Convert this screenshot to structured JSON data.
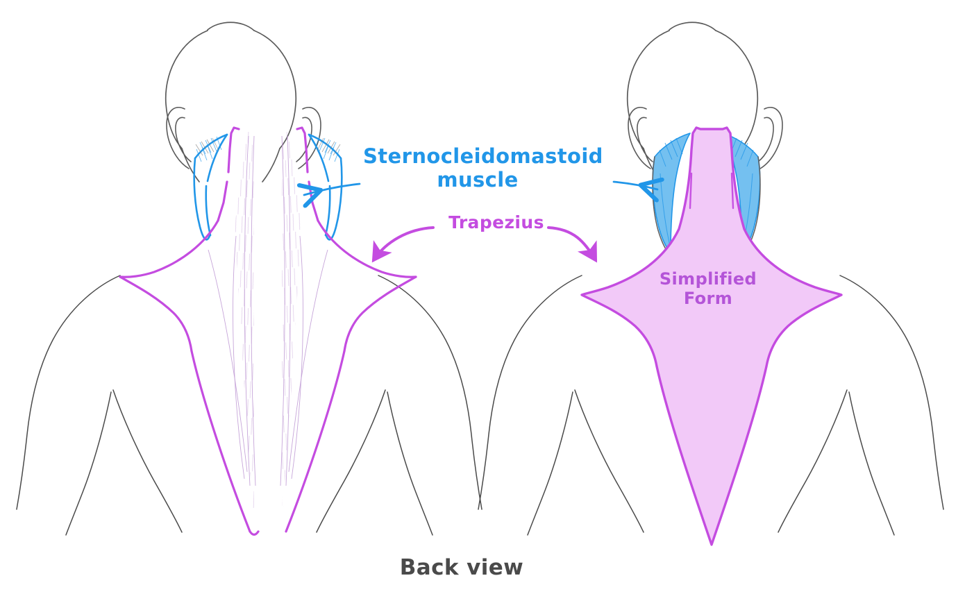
{
  "figure": {
    "caption": "Back view",
    "labels": {
      "scm": "Sternocleidomastoid\nmuscle",
      "trapezius": "Trapezius",
      "simplified_form": "Simplified\nForm"
    },
    "colors": {
      "scm_text": "#2196e8",
      "scm_fill": "#74c0f0",
      "scm_stroke": "#2196e8",
      "trapezius_text": "#c44ce0",
      "trapezius_stroke": "#c44ce0",
      "trapezius_fill": "#f2c9f8",
      "simplified_text": "#b454d8",
      "body_outline": "#4a4a4a",
      "caption_text": "#4a4a4a",
      "background": "#ffffff"
    },
    "panels": [
      {
        "name": "anatomical-detail",
        "position": "left",
        "description": "Back view of head, neck and shoulders with trapezius outlined in purple and sternocleidomastoid drawn in blue, with muscle fiber hatching"
      },
      {
        "name": "simplified-form",
        "position": "right",
        "description": "Same back view with trapezius filled as a kite shape and sternocleidomastoid filled as blue triangles"
      }
    ],
    "annotations": [
      {
        "name": "scm-arrow-left",
        "points_to": "left figure sternocleidomastoid",
        "color": "#2196e8"
      },
      {
        "name": "scm-arrow-right",
        "points_to": "right figure sternocleidomastoid",
        "color": "#2196e8"
      },
      {
        "name": "trapezius-arrow-left",
        "points_to": "left figure trapezius",
        "color": "#c44ce0"
      },
      {
        "name": "trapezius-arrow-right",
        "points_to": "right figure trapezius",
        "color": "#c44ce0"
      }
    ]
  }
}
